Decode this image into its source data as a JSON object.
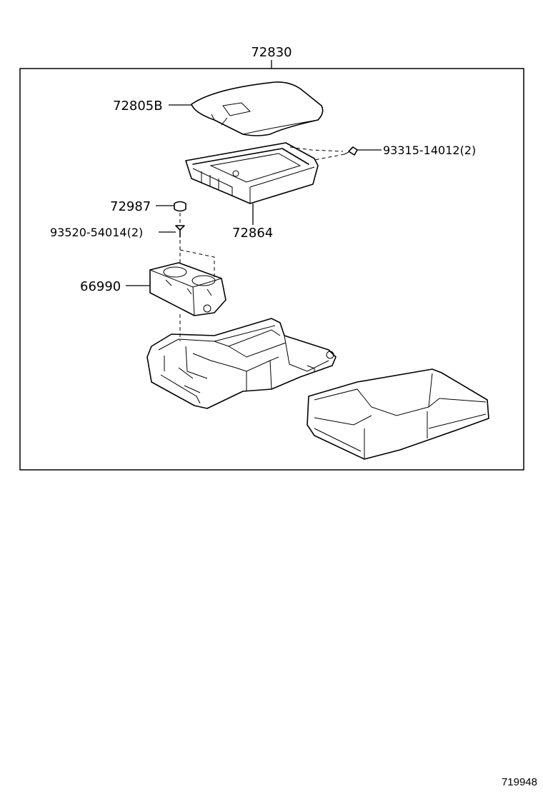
{
  "diagram": {
    "assembly_label": "72830",
    "parts": [
      {
        "id": "lid",
        "label": "72805B"
      },
      {
        "id": "screw-right",
        "label": "93315-14012(2)"
      },
      {
        "id": "tray",
        "label": "72864"
      },
      {
        "id": "cap",
        "label": "72987"
      },
      {
        "id": "screw-left",
        "label": "93520-54014(2)"
      },
      {
        "id": "cup-holder",
        "label": "66990"
      }
    ],
    "reference_number": "719948"
  }
}
